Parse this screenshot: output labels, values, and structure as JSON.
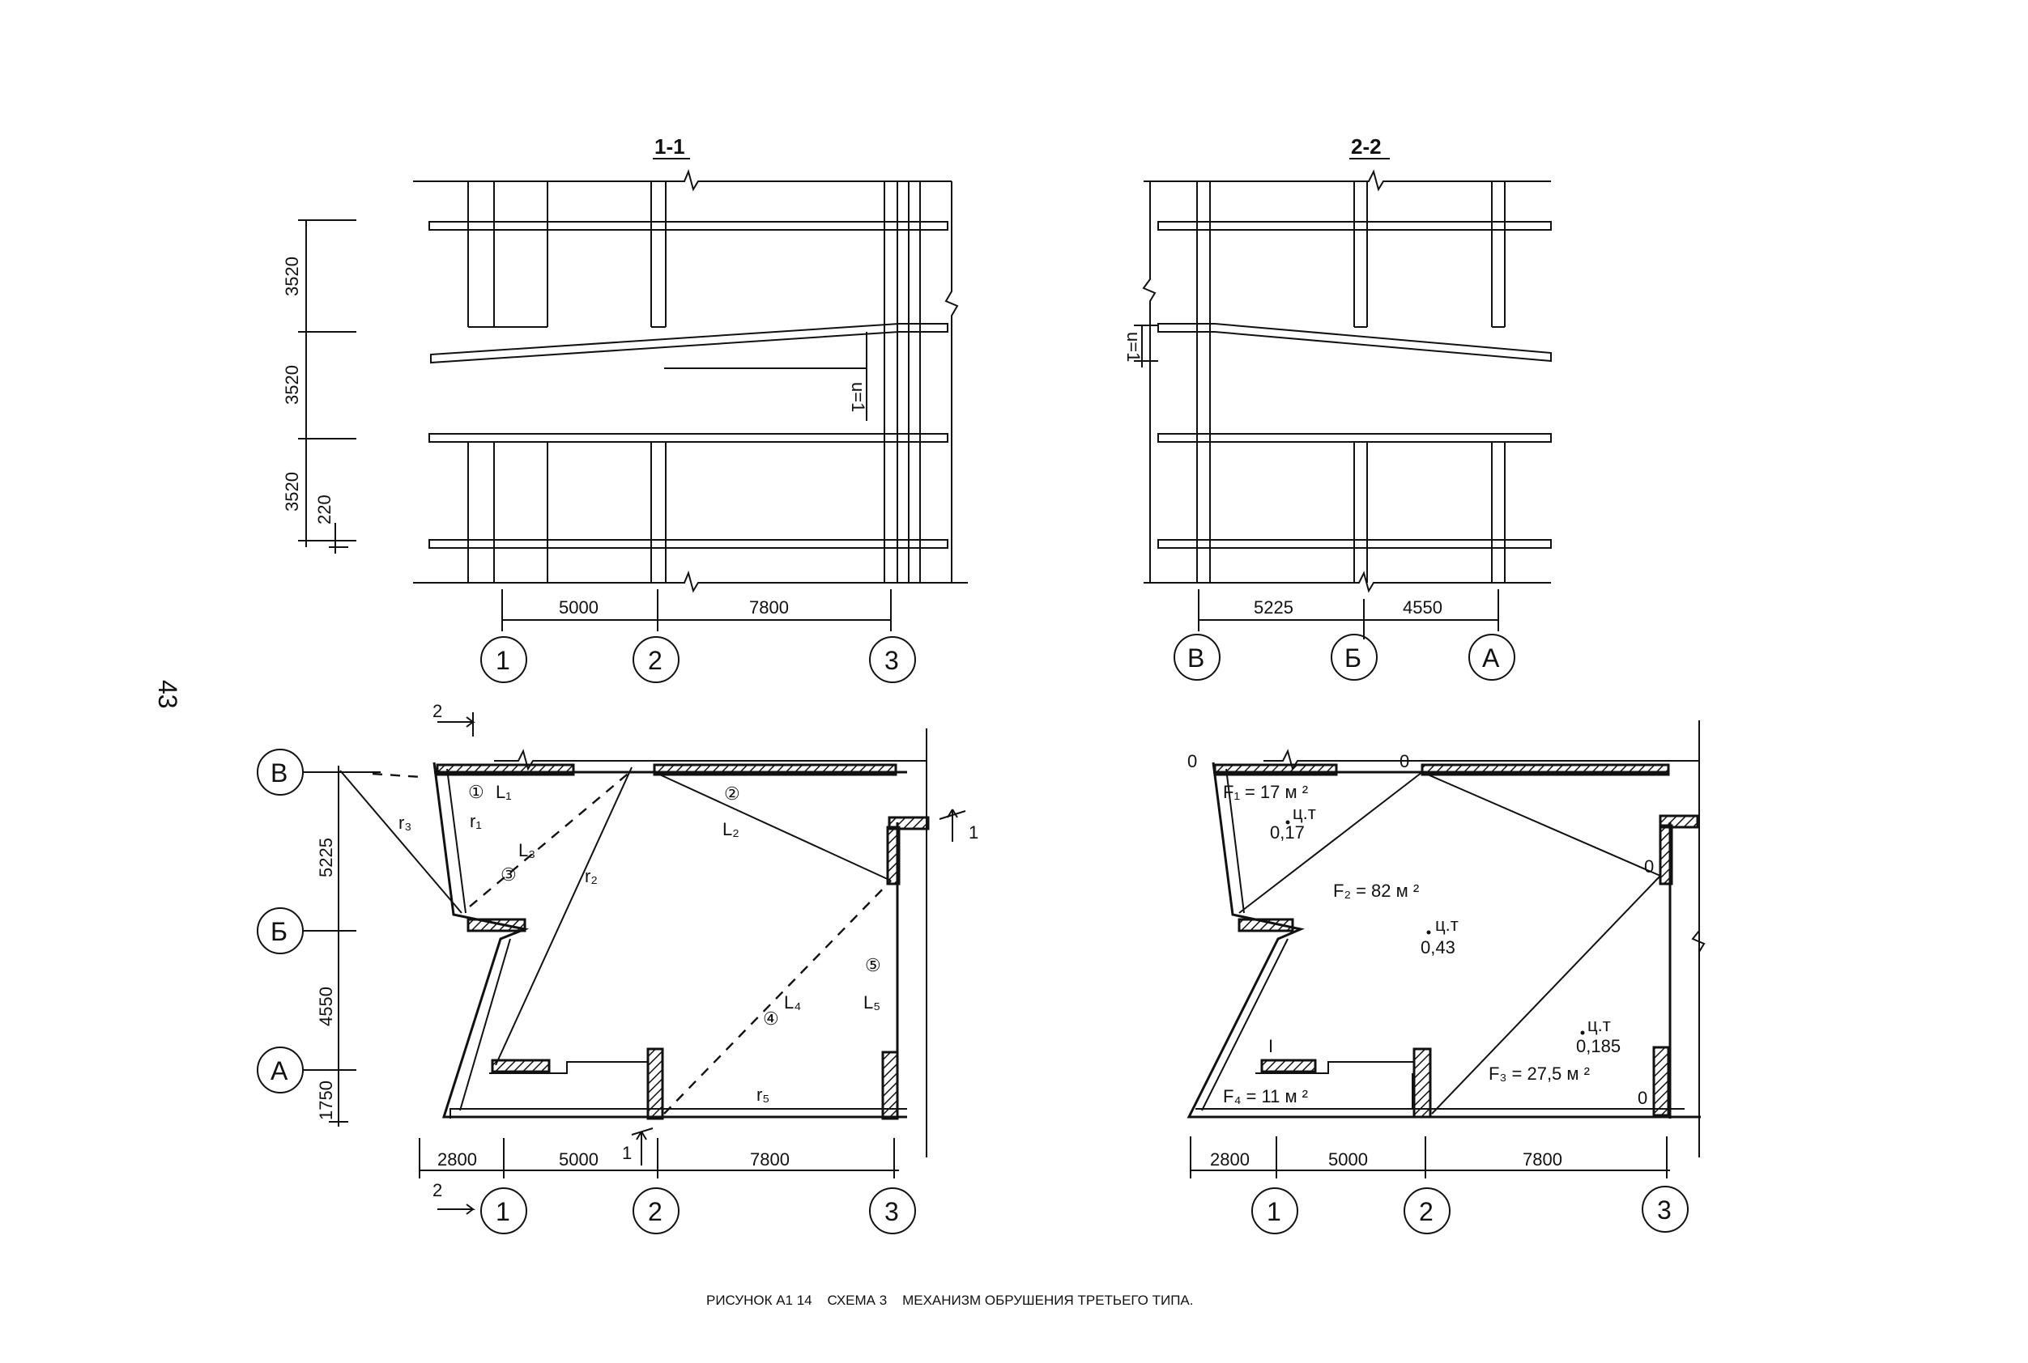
{
  "page_number": "43",
  "caption": "РИСУНОК А1 14    СХЕМА 3    МЕХАНИЗМ ОБРУШЕНИЯ ТРЕТЬЕГО ТИПА.",
  "section_1": {
    "title": "1-1",
    "heights": [
      "3520",
      "3520",
      "3520",
      "220"
    ],
    "deflection": "u=1",
    "spans": [
      "5000",
      "7800"
    ],
    "axes": [
      "1",
      "2",
      "3"
    ]
  },
  "section_2": {
    "title": "2-2",
    "deflection": "u=1",
    "spans": [
      "5225",
      "4550"
    ],
    "axes": [
      "В",
      "Б",
      "А"
    ]
  },
  "plan_left": {
    "axes_rows": [
      "В",
      "Б",
      "А"
    ],
    "row_dims": [
      "5225",
      "4550",
      "1750"
    ],
    "col_dims": [
      "2800",
      "5000",
      "7800"
    ],
    "axes_cols": [
      "1",
      "2",
      "3"
    ],
    "cut_mark_1": "1",
    "cut_mark_2": "2",
    "labels": {
      "n1": "①",
      "L1": "L₁",
      "n2": "②",
      "L2": "L₂",
      "n3": "③",
      "L3": "L₃",
      "n4": "④",
      "L4": "L₄",
      "n5": "⑤",
      "L5": "L₅",
      "r1": "r₁",
      "r2": "r₂",
      "r3": "r₃",
      "r5": "r₅"
    }
  },
  "plan_right": {
    "col_dims": [
      "2800",
      "5000",
      "7800"
    ],
    "axes_cols": [
      "1",
      "2",
      "3"
    ],
    "zeros": [
      "0",
      "0",
      "0",
      "0"
    ],
    "mark_I": "I",
    "areas": {
      "F1": "F₁ = 17 м ²",
      "F2": "F₂ = 82 м ²",
      "F3": "F₃ = 27,5 м ²",
      "F4": "F₄ = 11 м ²"
    },
    "centroids": {
      "ct1_label": "ц.т",
      "ct1_value": "0,17",
      "ct2_label": "ц.т",
      "ct2_value": "0,43",
      "ct3_label": "ц.т",
      "ct3_value": "0,185"
    }
  }
}
